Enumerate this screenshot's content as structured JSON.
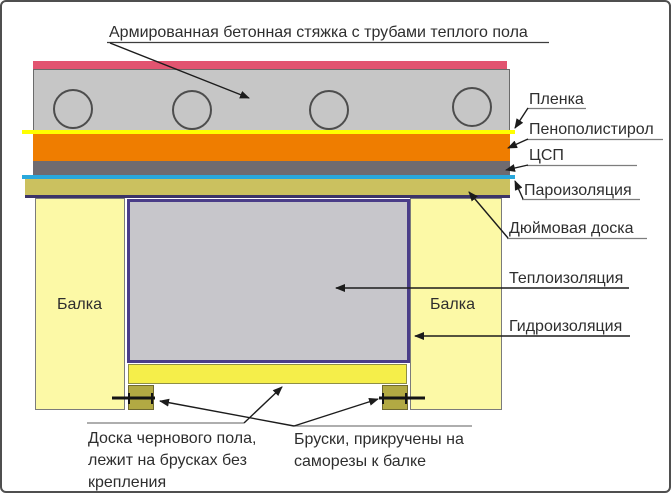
{
  "diagram": {
    "type": "floor-construction-cross-section",
    "labels": {
      "title": "Армированная бетонная стяжка с трубами теплого пола",
      "plenka": "Пленка",
      "penopolistirol": "Пенополистирол",
      "csp": "ЦСП",
      "paroizolyatsiya": "Пароизоляция",
      "dyuymovaya_doska": "Дюймовая доска",
      "teploizolyatsiya": "Теплоизоляция",
      "gidroizolyatsiya": "Гидроизоляция",
      "balka_left": "Балка",
      "balka_right": "Балка",
      "doska_chernovogo_pola": "Доска чернового пола, лежит на брусках без крепления",
      "bruski": "Бруски, прикручены на саморезы к балке"
    },
    "colors": {
      "screed_top": "#e25470",
      "concrete": "#c6c6c6",
      "film": "#ffff00",
      "foam": "#ef7d00",
      "csp_board": "#6f6b70",
      "vapor_barrier": "#29a8dc",
      "inch_board": "#cbc15f",
      "inch_board_edge": "#3c3468",
      "beam": "#fcf9a6",
      "insulation": "#c7c6cb",
      "waterproofing_border": "#4a3d88",
      "subfloor_board": "#f5ee4a",
      "bruski_block": "#b2a943"
    }
  }
}
